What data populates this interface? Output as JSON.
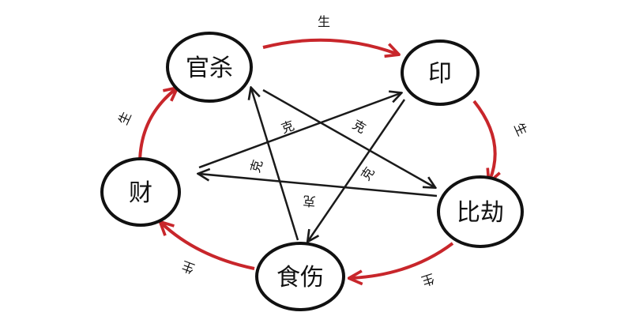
{
  "colors": {
    "generate": "#c8262b",
    "control": "#1a1a1a",
    "node_stroke": "#111111",
    "background": "#ffffff"
  },
  "nodes": [
    {
      "id": "guansha",
      "label": "官杀"
    },
    {
      "id": "yin",
      "label": "印"
    },
    {
      "id": "bijie",
      "label": "比劫"
    },
    {
      "id": "shishang",
      "label": "食伤"
    },
    {
      "id": "cai",
      "label": "财"
    }
  ],
  "generate_relation": {
    "label": "生",
    "edges": [
      {
        "from": "guansha",
        "to": "yin",
        "label": "生"
      },
      {
        "from": "yin",
        "to": "bijie",
        "label": "生"
      },
      {
        "from": "bijie",
        "to": "shishang",
        "label": "生"
      },
      {
        "from": "shishang",
        "to": "cai",
        "label": "生"
      },
      {
        "from": "cai",
        "to": "guansha",
        "label": "生"
      }
    ]
  },
  "control_relation": {
    "label": "克",
    "edges": [
      {
        "from": "guansha",
        "to": "bijie",
        "label": "克"
      },
      {
        "from": "yin",
        "to": "shishang",
        "label": "克"
      },
      {
        "from": "bijie",
        "to": "cai",
        "label": "克"
      },
      {
        "from": "shishang",
        "to": "guansha",
        "label": "克"
      },
      {
        "from": "cai",
        "to": "yin",
        "label": "克"
      }
    ]
  }
}
